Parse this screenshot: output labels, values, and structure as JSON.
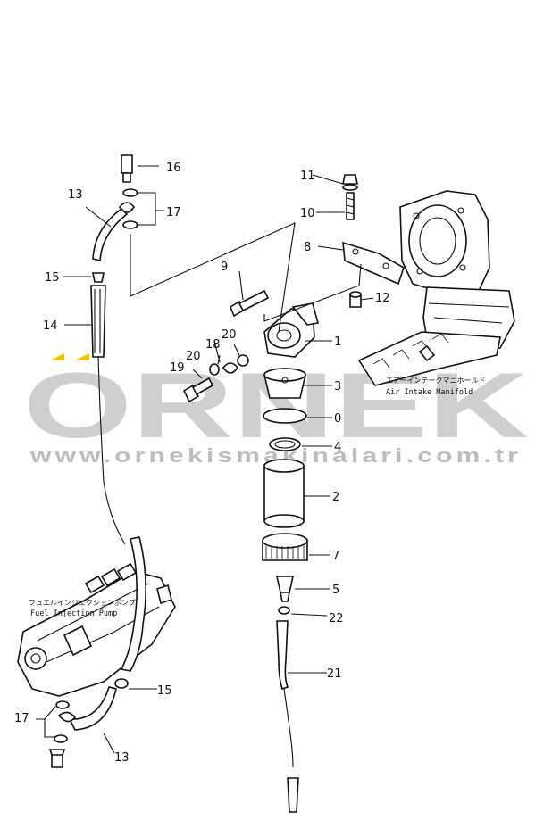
{
  "watermark": {
    "brand": "ORNEK",
    "url": "www.ornekismakinalari.com.tr",
    "brand_color": "#cfcfcf",
    "accent_color": "#f2c200"
  },
  "annotations": {
    "intake_jp": "エアーインテークマニホールド",
    "intake_en": "Air Intake Manifold",
    "pump_jp": "フュエルインジェクションポンプ",
    "pump_en": "Fuel Injection Pump"
  },
  "callouts": [
    "1",
    "2",
    "3",
    "0",
    "4",
    "5",
    "7",
    "8",
    "9",
    "10",
    "11",
    "12",
    "13",
    "14",
    "15",
    "16",
    "17",
    "18",
    "19",
    "20",
    "20",
    "21",
    "22",
    "13",
    "15",
    "17"
  ]
}
